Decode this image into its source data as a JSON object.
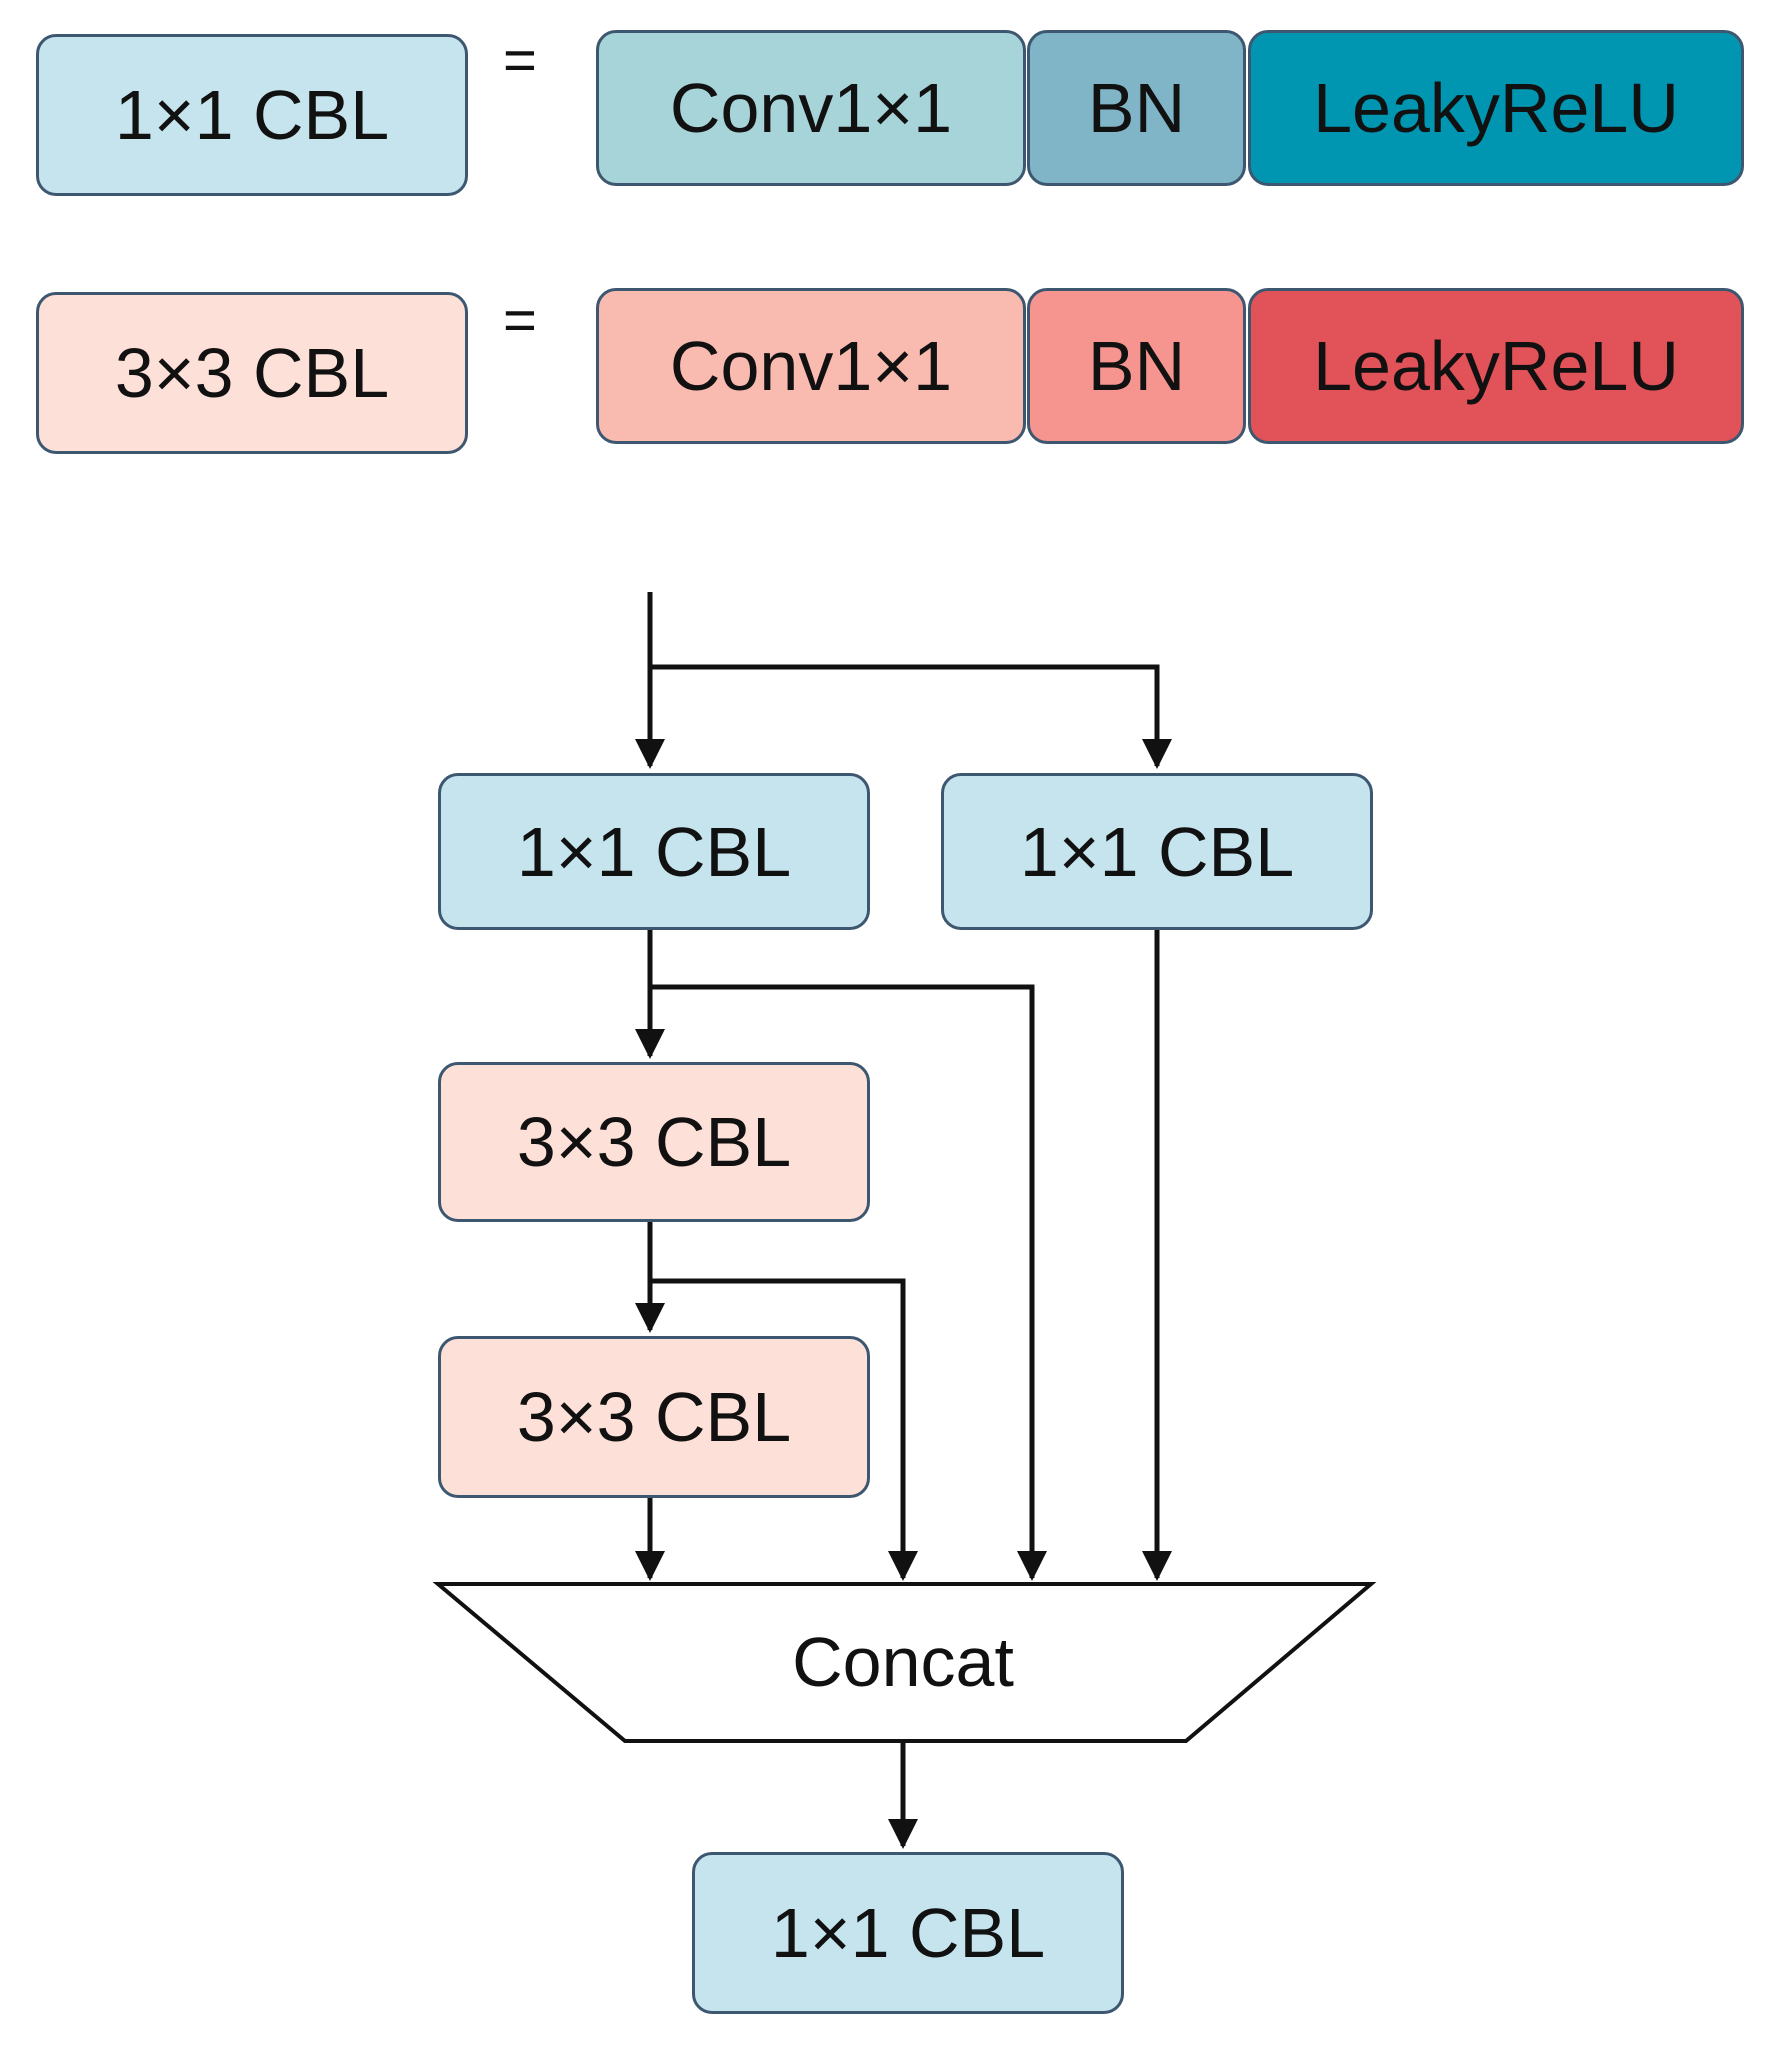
{
  "legend": {
    "row1": {
      "name": "1×1 CBL",
      "equals": "=",
      "conv": "Conv1×1",
      "bn": "BN",
      "act": "LeakyReLU"
    },
    "row2": {
      "name": "3×3 CBL",
      "equals": "=",
      "conv": "Conv1×1",
      "bn": "BN",
      "act": "LeakyReLU"
    }
  },
  "flow": {
    "cbl_1x1_left": "1×1 CBL",
    "cbl_1x1_right": "1×1 CBL",
    "cbl_3x3_first": "3×3 CBL",
    "cbl_3x3_second": "3×3 CBL",
    "concat": "Concat",
    "cbl_1x1_out": "1×1 CBL"
  },
  "colors": {
    "cbl_1x1_fill": "#c6e4ee",
    "cbl_3x3_fill": "#fde0d8",
    "conv_blue": "#a7d4d8",
    "bn_blue": "#7fb5c7",
    "act_blue": "#0096b1",
    "conv_red": "#f9bab0",
    "bn_red": "#f69590",
    "act_red": "#e15259",
    "border": "#3e5770"
  }
}
